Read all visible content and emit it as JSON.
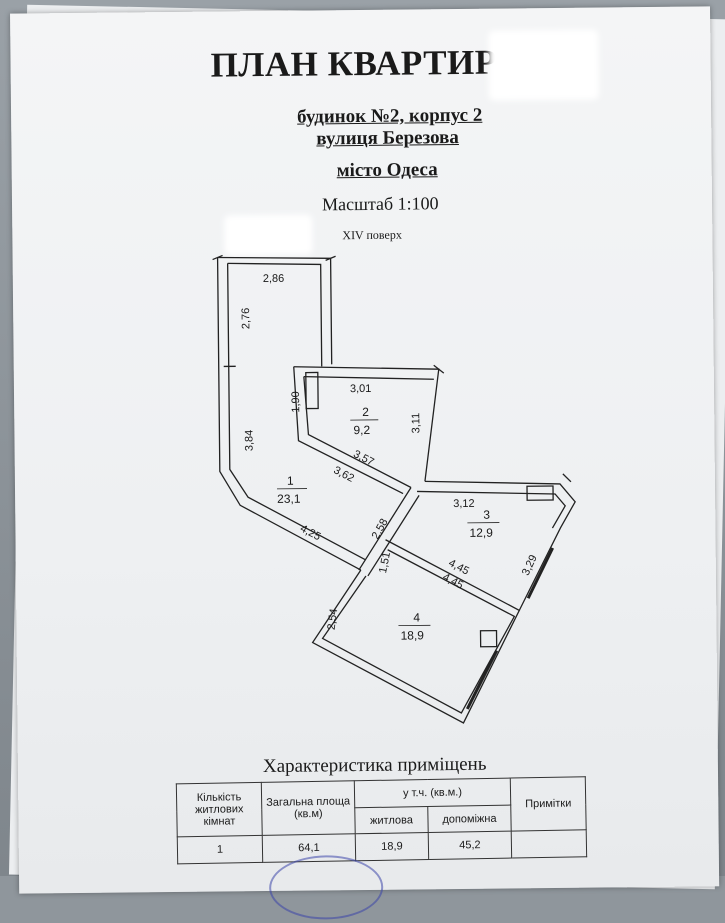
{
  "document": {
    "title": "ПЛАН КВАРТИРИ №",
    "building": "будинок №2, корпус 2",
    "street": "вулиця Березова",
    "city": "місто Одеса",
    "scale": "Масштаб 1:100",
    "floor": "XIV поверх"
  },
  "plan": {
    "dimensions": {
      "d_2_86": "2,86",
      "d_2_76": "2,76",
      "d_3_01": "3,01",
      "d_1_90": "1,90",
      "d_3_11": "3,11",
      "d_3_57": "3,57",
      "d_3_62": "3,62",
      "d_3_84": "3,84",
      "d_3_12": "3,12",
      "d_2_58": "2,58",
      "d_4_25": "4,25",
      "d_1_51": "1,51",
      "d_4_45a": "4,45",
      "d_4_45b": "4,45",
      "d_3_29": "3,29",
      "d_2_54": "2,54"
    },
    "rooms": [
      {
        "number": "1",
        "area": "23,1"
      },
      {
        "number": "2",
        "area": "9,2"
      },
      {
        "number": "3",
        "area": "12,9"
      },
      {
        "number": "4",
        "area": "18,9"
      }
    ]
  },
  "characteristics": {
    "heading": "Характеристика приміщень",
    "headers": {
      "rooms_count": "Кількість житлових кімнат",
      "total_area": "Загальна площа (кв.м)",
      "incl": "у т.ч. (кв.м.)",
      "living": "житлова",
      "auxiliary": "допоміжна",
      "notes": "Примітки"
    },
    "row": {
      "rooms_count": "1",
      "total_area": "64,1",
      "living": "18,9",
      "auxiliary": "45,2",
      "notes": ""
    }
  }
}
